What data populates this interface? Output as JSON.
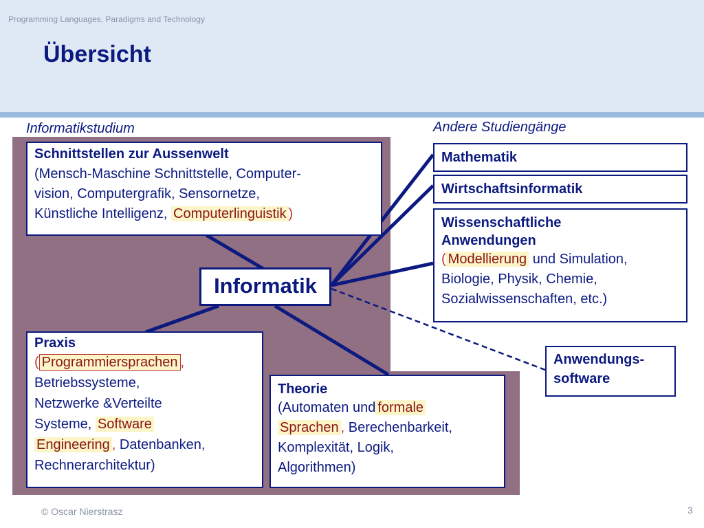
{
  "header": {
    "course": "Programming Languages, Paradigms and Technology",
    "title": "Übersicht"
  },
  "labels": {
    "left_region": "Informatikstudium",
    "right_region": "Andere Studiengänge"
  },
  "center": "Informatik",
  "interfaces": {
    "heading": "Schnittstellen zur Aussenwelt",
    "line1": "(Mensch-Maschine Schnittstelle, Computer-",
    "line2": "vision, Computergrafik, Sensornetze,",
    "line3": "Künstliche Intelligenz,",
    "hl": "Computerlinguistik",
    "close": ")"
  },
  "praxis": {
    "heading": "Praxis",
    "open": "(",
    "hl1": "Programmiersprachen",
    "comma": ",",
    "line2": "Betriebssysteme,",
    "line3": "Netzwerke &Verteilte",
    "line4": "Systeme,",
    "hl2a": "Software",
    "hl2b": "Engineering",
    "line5": "Datenbanken,",
    "line6": "Rechnerarchitektur)"
  },
  "theorie": {
    "heading": "Theorie",
    "line1": "(Automaten und",
    "hl1a": "formale",
    "hl1b": "Sprachen",
    "comma": ",",
    "line2": "Berechenbarkeit,",
    "line3": "Komplexität, Logik,",
    "line4": "Algorithmen)"
  },
  "right": {
    "math": "Mathematik",
    "wirtschaft": "Wirtschaftsinformatik",
    "wiss_heading1": "Wissenschaftliche",
    "wiss_heading2": "Anwendungen",
    "wiss_open": "(",
    "wiss_hl": "Modellierung",
    "wiss_line1": "und Simulation,",
    "wiss_line2": "Biologie, Physik, Chemie,",
    "wiss_line3": "Sozialwissenschaften, etc.)",
    "anwendung1": "Anwendungs-",
    "anwendung2": "software"
  },
  "footer": {
    "author": "© Oscar Nierstrasz",
    "page": "3"
  },
  "colors": {
    "navy": "#0c1a80",
    "region": "#927083",
    "highlight": "#fbf5c8",
    "highlight_text": "#8b1515"
  }
}
